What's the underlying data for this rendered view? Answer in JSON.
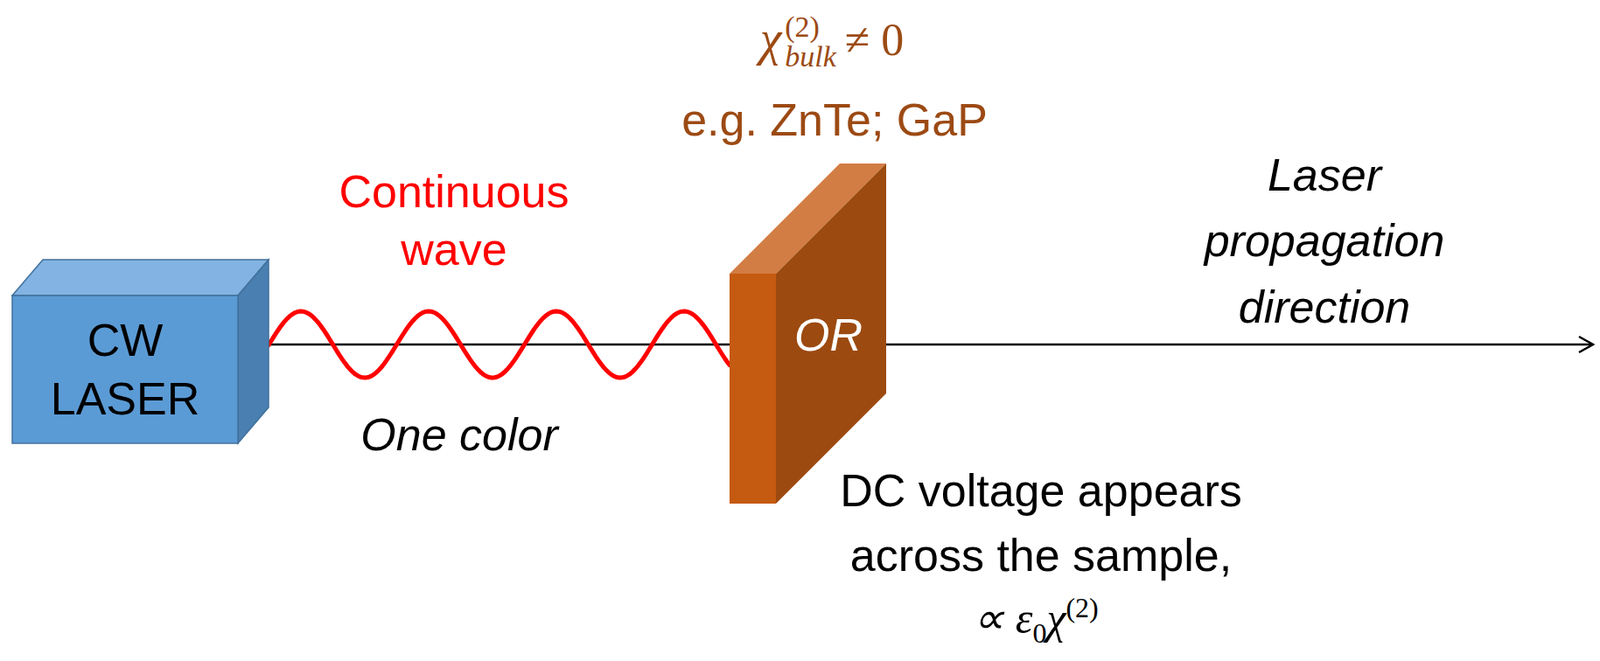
{
  "diagram": {
    "nodes": [
      {
        "text": [
          "CW LASER"
        ]
      },
      {
        "text": [
          "OR"
        ]
      }
    ],
    "edges": [
      {
        "from": 0,
        "to": 1,
        "arrow": "none"
      }
    ],
    "labels": [
      "Continuous wave",
      "One color",
      "χ",
      "(2)",
      "bulk",
      "≠ 0",
      "e.g. ZnTe; GaP",
      "Laser propagation direction",
      "DC voltage appears across the sample,",
      "∝ ε",
      "0",
      "χ",
      "(2)"
    ]
  }
}
